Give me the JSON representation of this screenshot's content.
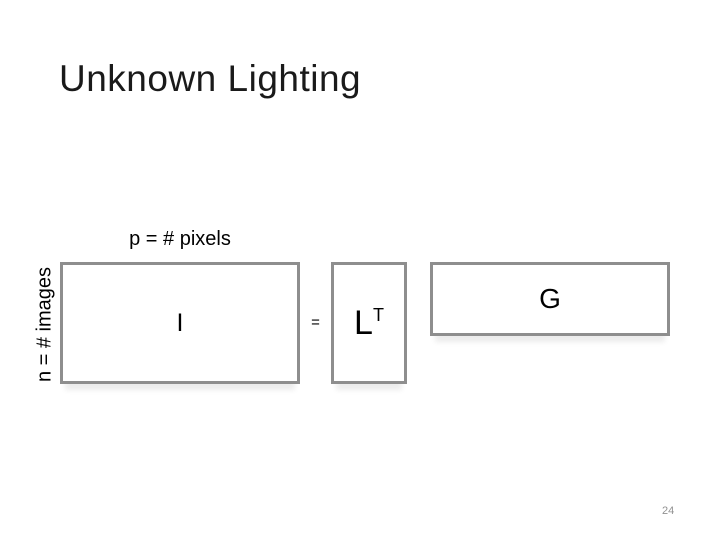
{
  "slide": {
    "title": "Unknown Lighting",
    "page_number": "24",
    "colors": {
      "background": "#ffffff",
      "box_border": "#8e8e8e",
      "title_text": "#1a1a1a",
      "label_text": "#000000",
      "page_number_text": "#919191"
    },
    "diagram": {
      "column_label": "p = # pixels",
      "row_label": "n = # images",
      "equals_sign": "=",
      "matrices": [
        {
          "name": "image-matrix",
          "label": "I"
        },
        {
          "name": "lighting-matrix",
          "label_base": "L",
          "label_superscript": "T"
        },
        {
          "name": "geometry-matrix",
          "label": "G"
        }
      ]
    }
  }
}
